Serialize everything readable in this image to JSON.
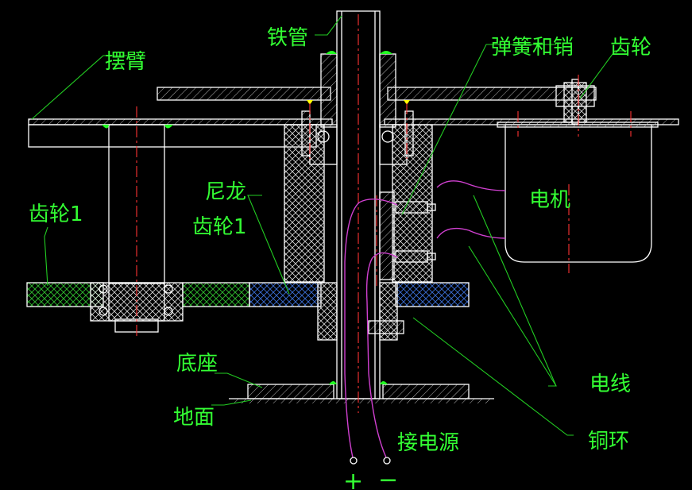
{
  "labels": {
    "iron_pipe": "铁管",
    "swing_arm": "摆臂",
    "spring_pin": "弹簧和销",
    "gear": "齿轮",
    "motor": "电机",
    "gear1_left": "齿轮1",
    "nylon": "尼龙",
    "nylon_gear1": "齿轮1",
    "base": "底座",
    "ground": "地面",
    "wire": "电线",
    "copper_ring": "铜环",
    "power": "接电源",
    "plus": "+",
    "minus": "−"
  },
  "colors": {
    "background": "#000000",
    "outline": "#ffffff",
    "leader_text": "#33ff33",
    "center_axis": "#ff3333",
    "wire": "#d040d0",
    "hatch_blue": "#3b6fd6",
    "hatch_green": "#2fbf2f",
    "hatch_steel": "#b0b0b0",
    "weld": "#22ff22",
    "marker": "#ffff00"
  }
}
